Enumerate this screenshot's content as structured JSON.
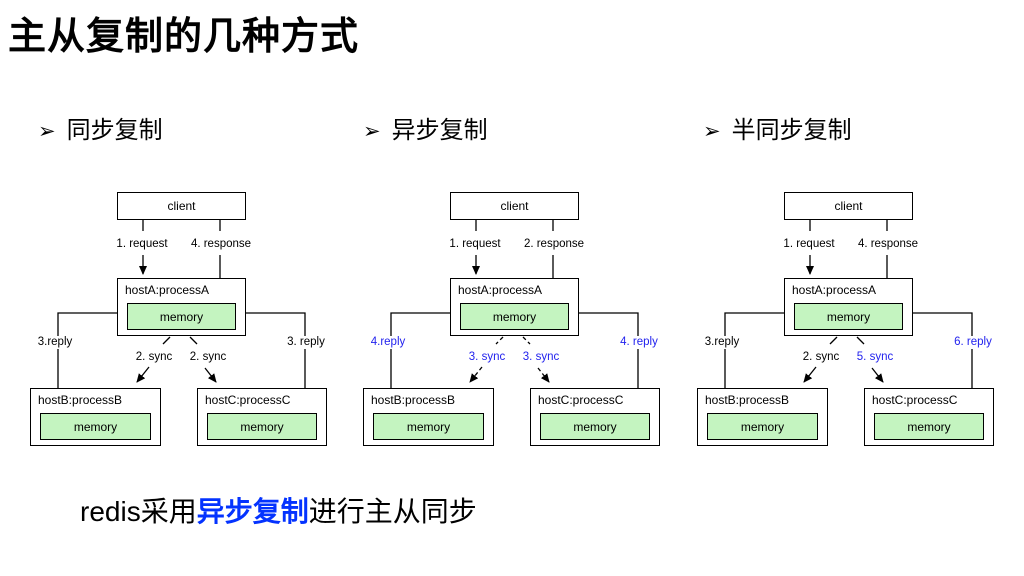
{
  "title": "主从复制的几种方式",
  "bullets": [
    {
      "marker": "➢",
      "label": "同步复制"
    },
    {
      "marker": "➢",
      "label": "异步复制"
    },
    {
      "marker": "➢",
      "label": "半同步复制"
    }
  ],
  "footer": {
    "prefix": "redis采用",
    "highlight": "异步复制",
    "suffix": "进行主从同步"
  },
  "colors": {
    "highlight_blue": "#0433ff",
    "label_blue": "#2222ee",
    "memory_green": "#c4f4c0",
    "line_color": "#000000",
    "background": "#ffffff"
  },
  "diagrams": [
    {
      "id": "synchronous-replication",
      "client": "client",
      "request": "1. request",
      "response": "4. response",
      "host_a": "hostA:processA",
      "host_b": "hostB:processB",
      "host_c": "hostC:processC",
      "memory": "memory",
      "reply_left": "3.reply",
      "reply_right": "3. reply",
      "sync_left": "2. sync",
      "sync_right": "2. sync"
    },
    {
      "id": "asynchronous-replication",
      "client": "client",
      "request": "1. request",
      "response": "2. response",
      "host_a": "hostA:processA",
      "host_b": "hostB:processB",
      "host_c": "hostC:processC",
      "memory": "memory",
      "reply_left": "4.reply",
      "reply_right": "4. reply",
      "sync_left": "3. sync",
      "sync_right": "3. sync"
    },
    {
      "id": "semi-synchronous-replication",
      "client": "client",
      "request": "1. request",
      "response": "4. response",
      "host_a": "hostA:processA",
      "host_b": "hostB:processB",
      "host_c": "hostC:processC",
      "memory": "memory",
      "reply_left": "3.reply",
      "reply_right": "6. reply",
      "sync_left": "2. sync",
      "sync_right": "5. sync"
    }
  ]
}
